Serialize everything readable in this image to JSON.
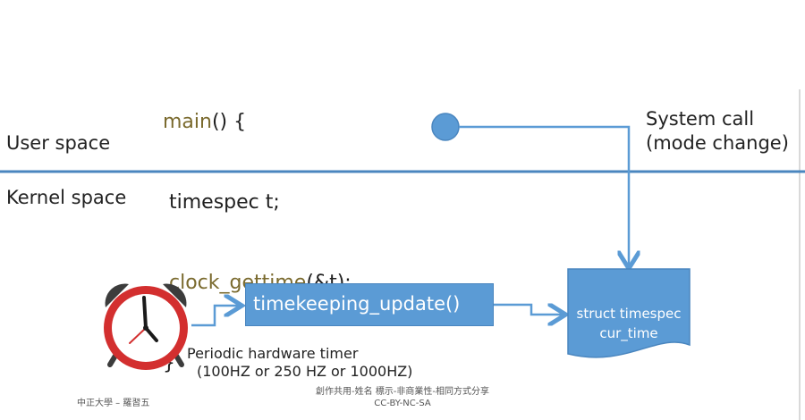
{
  "code": {
    "main_fn": "main",
    "main_rest": "() {",
    "line2": " timespec t;",
    "call_fn": "clock_gettime",
    "call_rest": "(&t);",
    "close": "}"
  },
  "labels": {
    "user_space": "User space",
    "kernel_space": "Kernel space",
    "syscall_line1": "System call",
    "syscall_line2": "(mode change)",
    "timer_line1": "Periodic hardware timer",
    "timer_line2": "(100HZ or 250 HZ or 1000HZ)"
  },
  "boxes": {
    "update_fn": "timekeeping_update()",
    "struct_line1": "struct timespec",
    "struct_line2": "cur_time"
  },
  "footer": {
    "left": "中正大學 – 羅習五",
    "license_line1": "創作共用-姓名  標示-非商業性-相同方式分享",
    "license_line2": "CC-BY-NC-SA"
  },
  "colors": {
    "accent": "#5b9bd5",
    "divider": "#4a86bf",
    "clock_red": "#d32f2f",
    "code_function": "#7a6a2e"
  },
  "icons": {
    "clock": "alarm-clock-icon",
    "syscall_node": "circle-node-icon"
  }
}
